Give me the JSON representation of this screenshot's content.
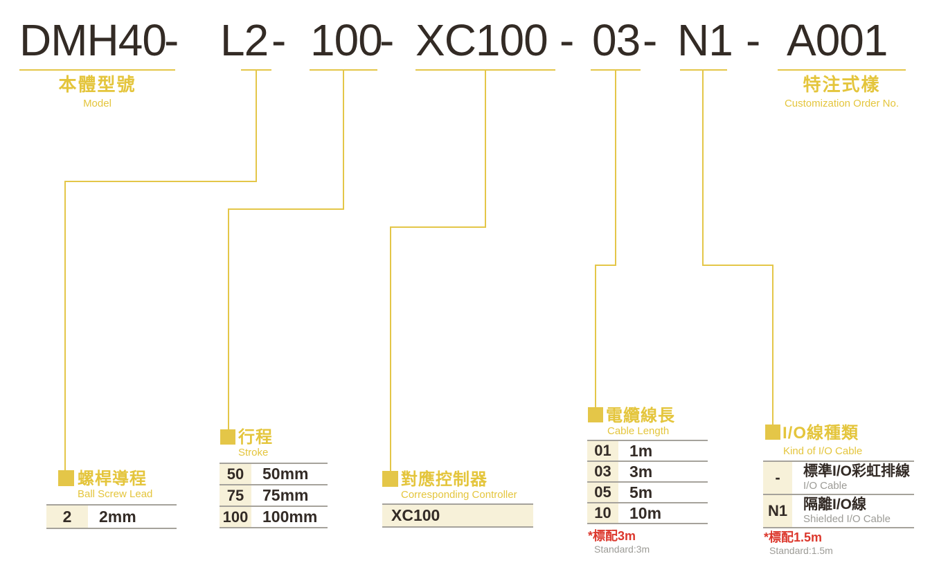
{
  "model_code": {
    "segments": [
      "DMH40",
      "L2",
      "100",
      "XC100",
      "03",
      "N1",
      "A001"
    ],
    "separator": "-"
  },
  "top_labels": {
    "model": {
      "zh": "本體型號",
      "en": "Model"
    },
    "customization": {
      "zh": "特注式樣",
      "en": "Customization Order No."
    }
  },
  "sections": {
    "ball_screw_lead": {
      "title_zh": "螺桿導程",
      "title_en": "Ball Screw Lead",
      "rows": [
        {
          "code": "2",
          "value": "2mm"
        }
      ]
    },
    "stroke": {
      "title_zh": "行程",
      "title_en": "Stroke",
      "rows": [
        {
          "code": "50",
          "value": "50mm"
        },
        {
          "code": "75",
          "value": "75mm"
        },
        {
          "code": "100",
          "value": "100mm"
        }
      ]
    },
    "controller": {
      "title_zh": "對應控制器",
      "title_en": "Corresponding Controller",
      "rows": [
        {
          "value": "XC100"
        }
      ]
    },
    "cable_length": {
      "title_zh": "電纜線長",
      "title_en": "Cable Length",
      "rows": [
        {
          "code": "01",
          "value": "1m"
        },
        {
          "code": "03",
          "value": "3m"
        },
        {
          "code": "05",
          "value": "5m"
        },
        {
          "code": "10",
          "value": "10m"
        }
      ],
      "note_zh": "*標配3m",
      "note_en": "Standard:3m"
    },
    "io_cable": {
      "title_zh": "I/O線種類",
      "title_en": "Kind of I/O Cable",
      "rows": [
        {
          "code": "-",
          "value": "標準I/O彩虹排線",
          "sub": "I/O Cable"
        },
        {
          "code": "N1",
          "value": "隔離I/O線",
          "sub": "Shielded I/O Cable"
        }
      ],
      "note_zh": "*標配1.5m",
      "note_en": "Standard:1.5m"
    }
  },
  "colors": {
    "gold": "#e4c648",
    "gold_text": "#e4c53c",
    "dark_text": "#332b25",
    "cream": "#f7f1d9",
    "rule_gray": "#a5a29b",
    "sub_gray": "#9c9b96",
    "note_red": "#dc382d"
  }
}
